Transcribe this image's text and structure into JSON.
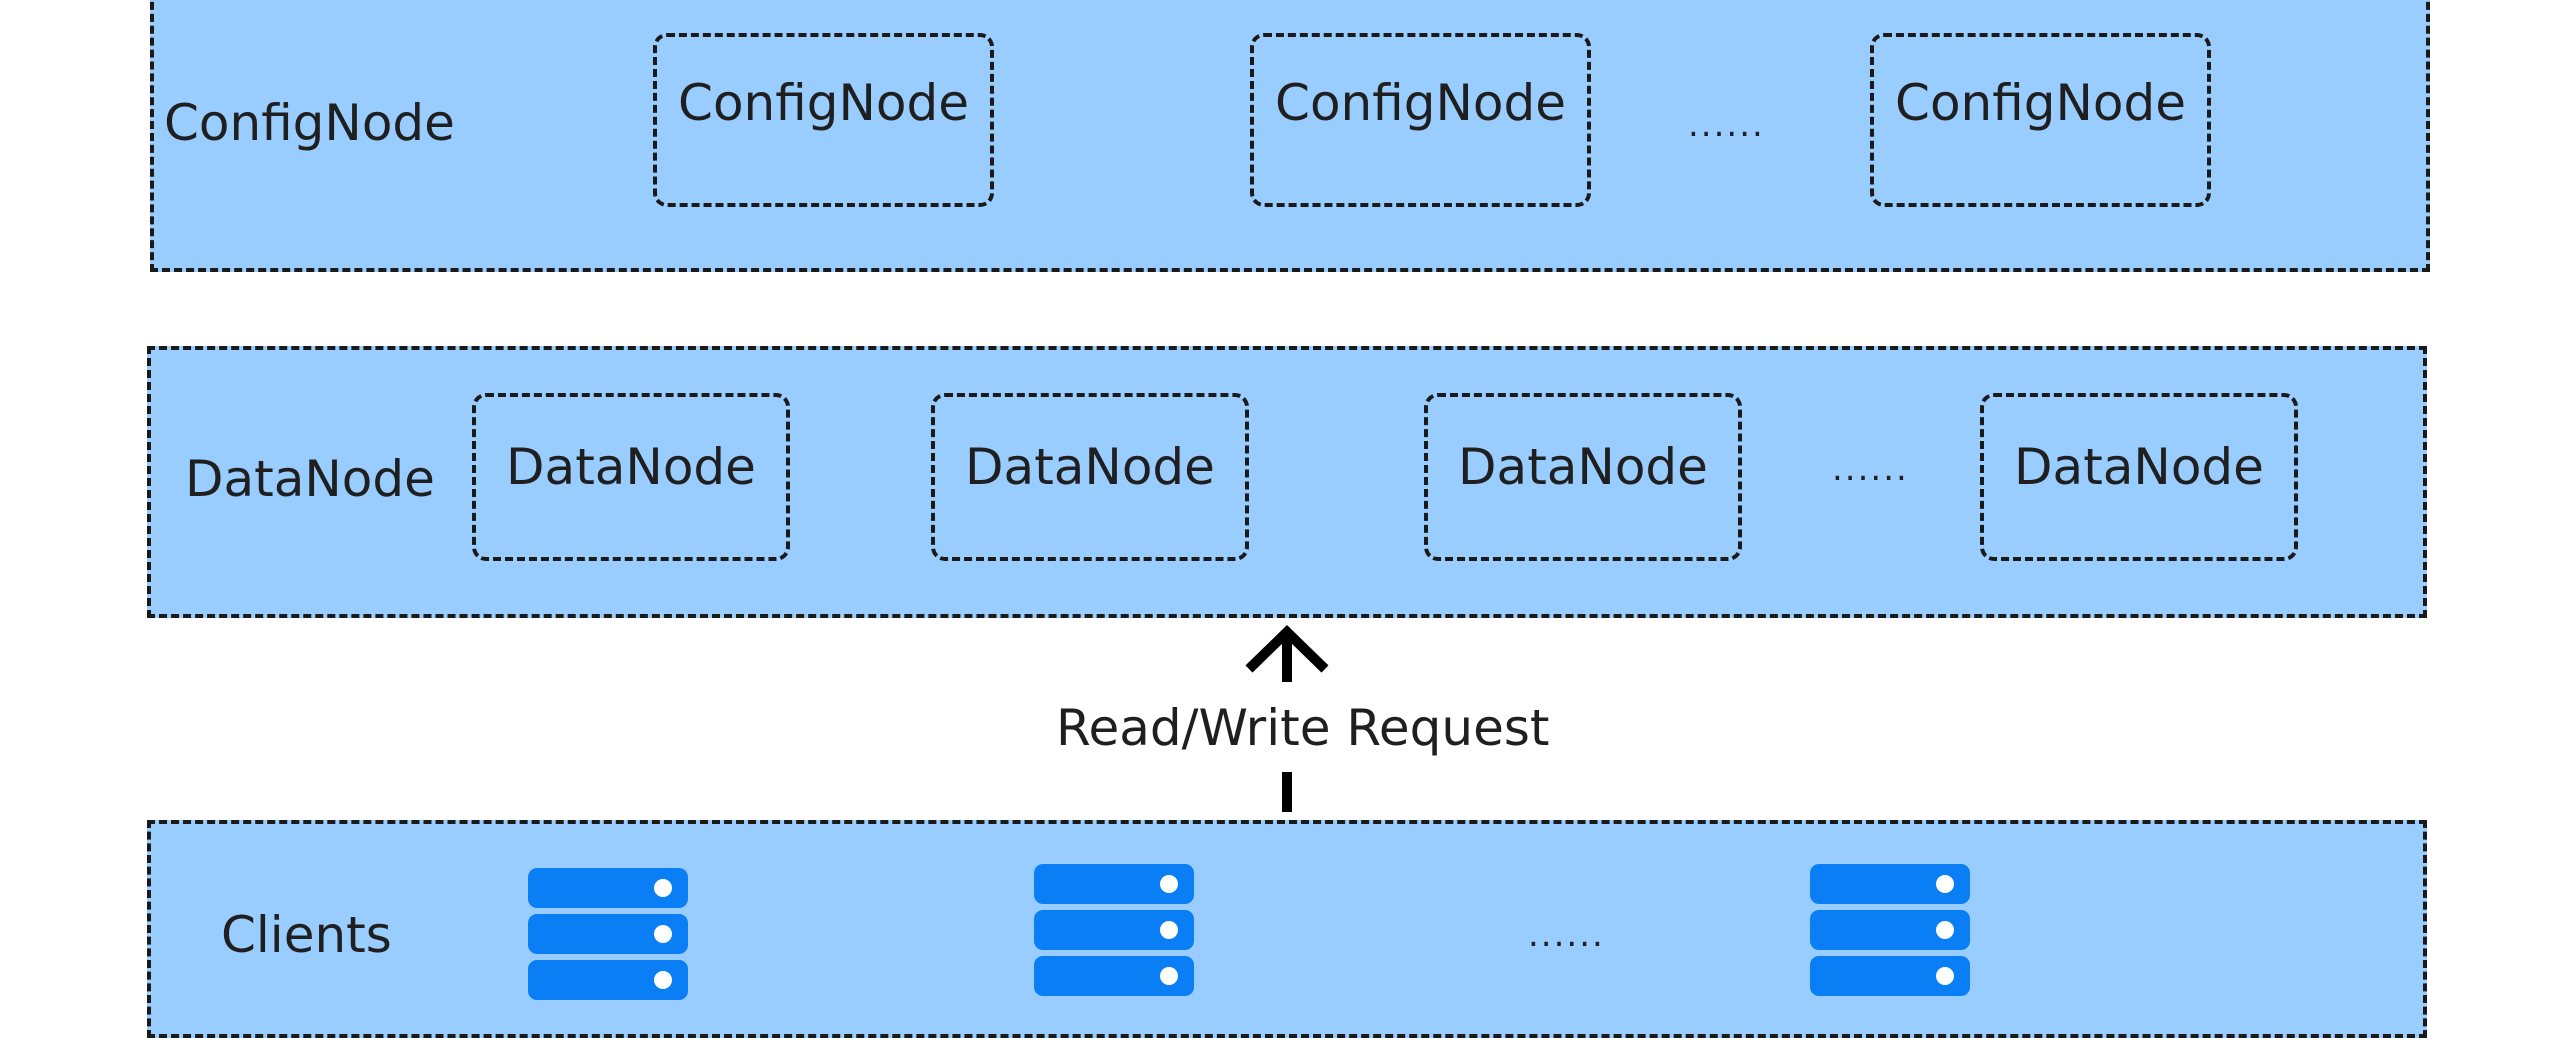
{
  "colors": {
    "layer_fill": "#99ccff",
    "dash": "#1a1a1a",
    "server": "#0a7ff5",
    "arrow": "#000000"
  },
  "config_layer": {
    "label": "ConfigNode",
    "nodes": [
      "ConfigNode",
      "ConfigNode",
      "ConfigNode"
    ],
    "ellipsis": "......"
  },
  "data_layer": {
    "label": "DataNode",
    "nodes": [
      "DataNode",
      "DataNode",
      "DataNode",
      "DataNode"
    ],
    "ellipsis": "......"
  },
  "request": {
    "label": "Read/Write Request"
  },
  "clients_layer": {
    "label": "Clients",
    "servers": [
      "server-icon",
      "server-icon",
      "server-icon"
    ],
    "ellipsis": "......"
  }
}
